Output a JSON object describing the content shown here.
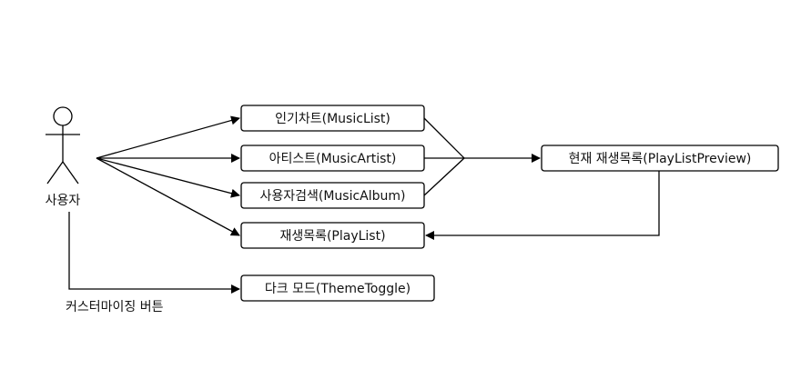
{
  "actor": {
    "label": "사용자"
  },
  "nodes": {
    "popular_chart": "인기차트(MusicList)",
    "artist": "아티스트(MusicArtist)",
    "user_search": "사용자검색(MusicAlbum)",
    "playlist": "재생목록(PlayList)",
    "dark_mode": "다크 모드(ThemeToggle)",
    "current_playlist": "현재 재생목록(PlayListPreview)"
  },
  "edge_labels": {
    "custom_button": "커스터마이징 버튼"
  }
}
